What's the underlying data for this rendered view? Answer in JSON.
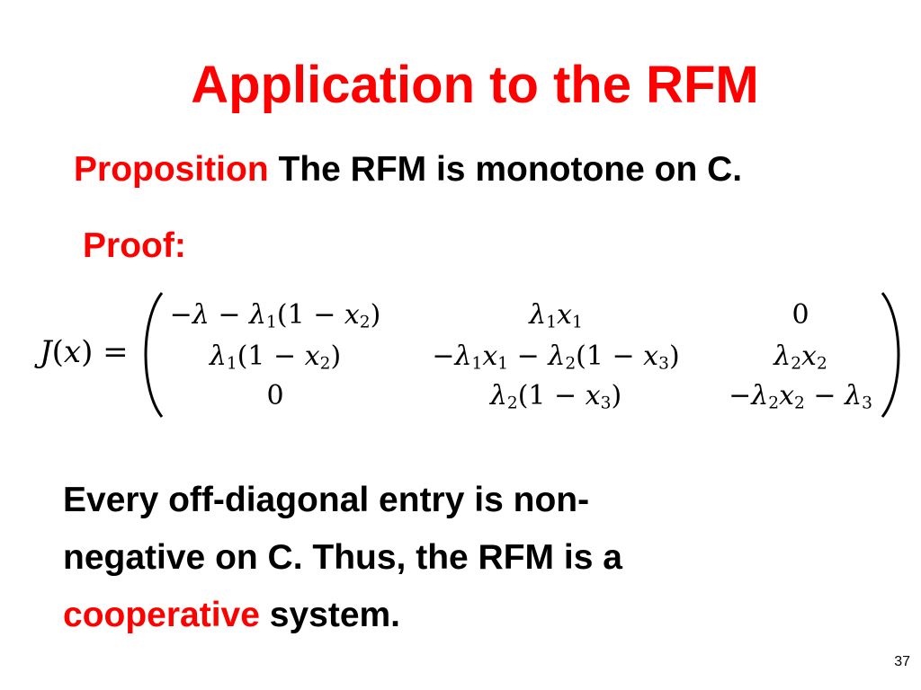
{
  "slide": {
    "title": "Application to the RFM",
    "proposition_label": "Proposition",
    "proposition_text": " The RFM is monotone on C.",
    "proof_label": "Proof:",
    "statement": {
      "line1": "Every off-diagonal entry is non-",
      "line2": "negative on C. Thus, the RFM is a",
      "highlight": "cooperative",
      "line3_rest": " system."
    },
    "page_number": "37"
  },
  "matrix": {
    "lhs": "J(x) ="
  },
  "colors": {
    "accent": "#ff0000",
    "text": "#000000",
    "background": "#ffffff"
  }
}
